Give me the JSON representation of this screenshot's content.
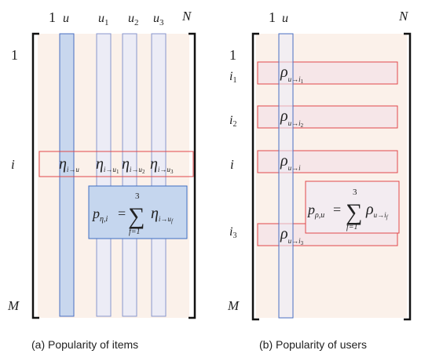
{
  "colors": {
    "matrix_bg": "#fbf1ea",
    "column_fill_highlight": "#c8d7ee",
    "column_fill": "#ececf6",
    "column_stroke": "#4a6fc1",
    "row_stroke": "#e0484b",
    "row_fill": "#f6e6e8",
    "formula_fill_a": "#c5d6ee",
    "formula_stroke_a": "#3e6ec2",
    "formula_fill_b": "#f3ecf1",
    "formula_stroke_b": "#e0484b",
    "bracket": "#111111"
  },
  "panel_a": {
    "caption": "(a)  Popularity of items",
    "top_labels": {
      "first": "1",
      "u": "u",
      "u1": "u",
      "u1_sub": "1",
      "u2": "u",
      "u2_sub": "2",
      "u3": "u",
      "u3_sub": "3",
      "last": "N"
    },
    "left_labels": {
      "first": "1",
      "i": "i",
      "last": "M"
    },
    "row_cells": [
      {
        "base": "η",
        "sub": "i→u"
      },
      {
        "base": "η",
        "sub": "i→u",
        "sub2": "1"
      },
      {
        "base": "η",
        "sub": "i→u",
        "sub2": "2"
      },
      {
        "base": "η",
        "sub": "i→u",
        "sub2": "3"
      }
    ],
    "formula": {
      "lhs": "p",
      "lhs_sub": "η,i",
      "eq": "=",
      "upper": "3",
      "sigma": "∑",
      "lower": "f=1",
      "term": "η",
      "term_sub": "i→u",
      "term_sub2": "f"
    }
  },
  "panel_b": {
    "caption": "(b)  Popularity of users",
    "top_labels": {
      "first": "1",
      "u": "u",
      "last": "N"
    },
    "left_labels": {
      "first": "1",
      "i1": "i",
      "i1_sub": "1",
      "i2": "i",
      "i2_sub": "2",
      "i": "i",
      "i3": "i",
      "i3_sub": "3",
      "last": "M"
    },
    "row_cells": [
      {
        "base": "ρ",
        "sub": "u→i",
        "sub2": "1"
      },
      {
        "base": "ρ",
        "sub": "u→i",
        "sub2": "2"
      },
      {
        "base": "ρ",
        "sub": "u→i"
      },
      {
        "base": "ρ",
        "sub": "u→i",
        "sub2": "3"
      }
    ],
    "formula": {
      "lhs": "p",
      "lhs_sub": "ρ,u",
      "eq": "=",
      "upper": "3",
      "sigma": "∑",
      "lower": "f=1",
      "term": "ρ",
      "term_sub": "u→i",
      "term_sub2": "f"
    }
  }
}
